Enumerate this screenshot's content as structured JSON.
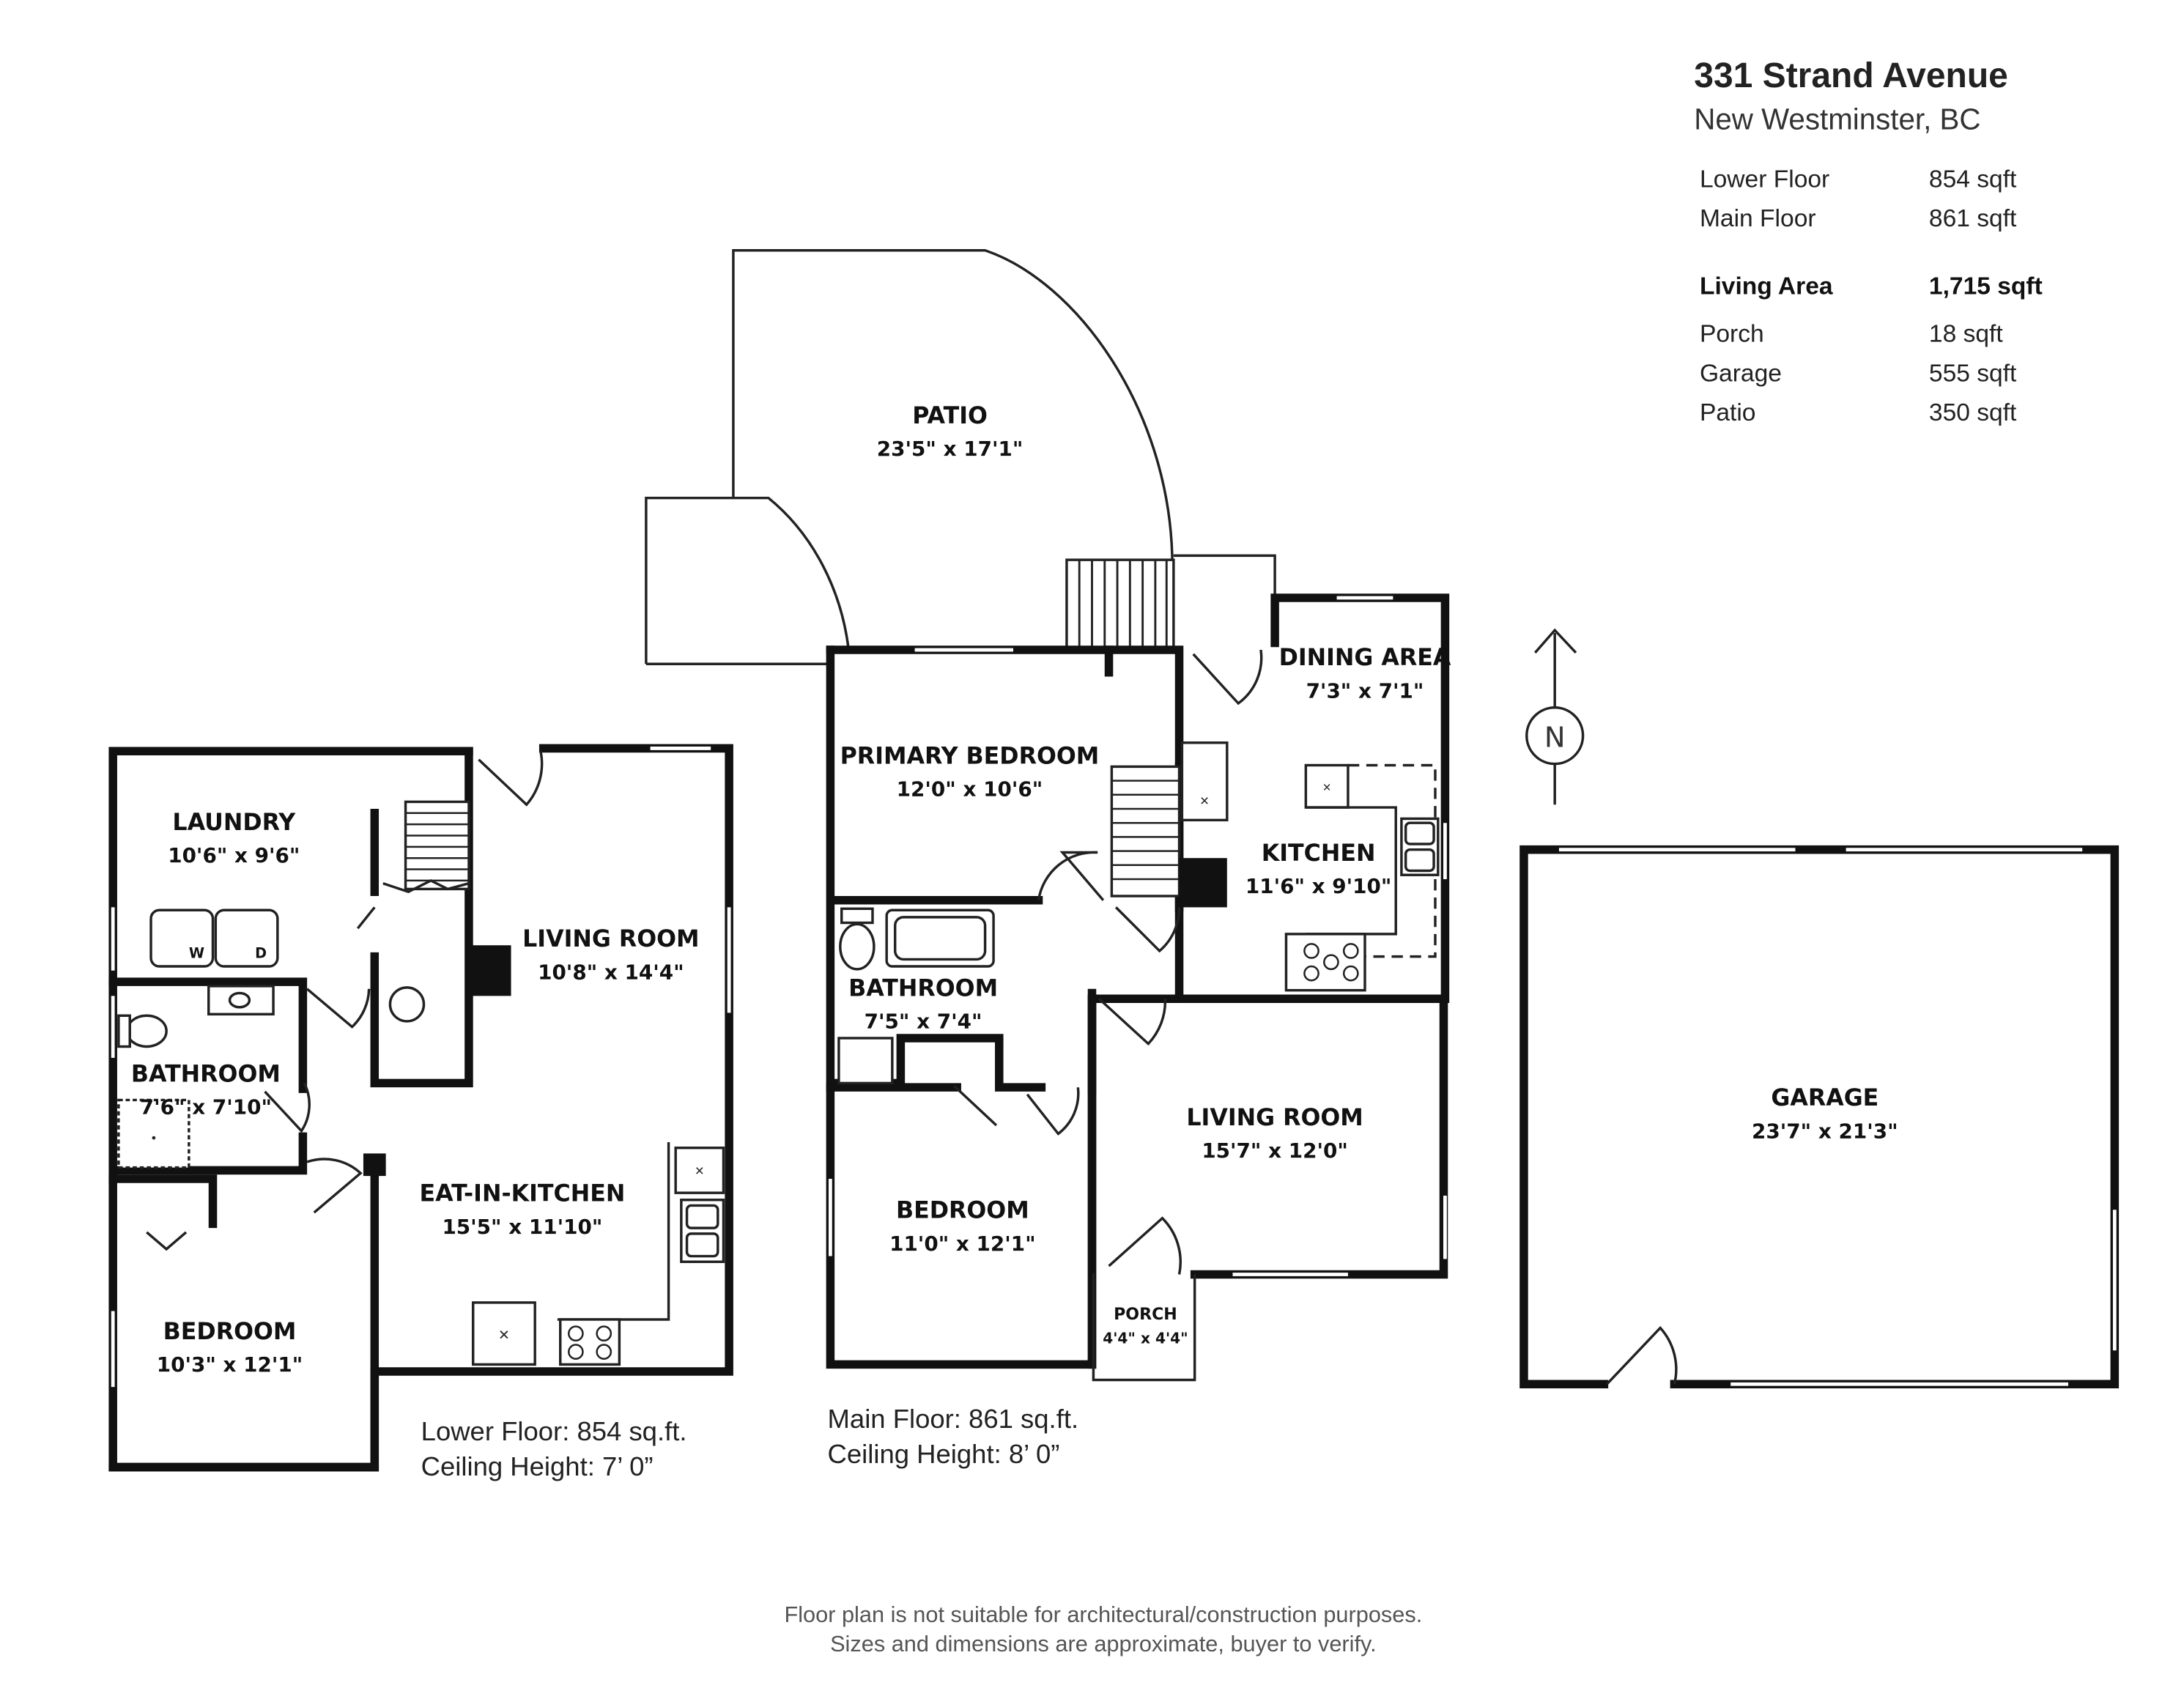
{
  "header": {
    "address": "331 Strand Avenue",
    "city": "New Westminster, BC"
  },
  "area_table": {
    "rows": [
      {
        "label": "Lower Floor",
        "value": "854 sqft",
        "bold": false
      },
      {
        "label": "Main Floor",
        "value": "861 sqft",
        "bold": false
      },
      {
        "label": "Living Area",
        "value": "1,715 sqft",
        "bold": true
      },
      {
        "label": "Porch",
        "value": "18 sqft",
        "bold": false
      },
      {
        "label": "Garage",
        "value": "555 sqft",
        "bold": false
      },
      {
        "label": "Patio",
        "value": "350 sqft",
        "bold": false
      }
    ]
  },
  "compass": {
    "label": "N"
  },
  "rooms": {
    "patio": {
      "name": "PATIO",
      "dim": "23'5\" x 17'1\""
    },
    "laundry": {
      "name": "LAUNDRY",
      "dim": "10'6\" x 9'6\""
    },
    "lower_living": {
      "name": "LIVING ROOM",
      "dim": "10'8\" x 14'4\""
    },
    "lower_bath": {
      "name": "BATHROOM",
      "dim": "7'6\" x 7'10\""
    },
    "eat_in_kitchen": {
      "name": "EAT-IN-KITCHEN",
      "dim": "15'5\" x 11'10\""
    },
    "lower_bedroom": {
      "name": "BEDROOM",
      "dim": "10'3\" x 12'1\""
    },
    "primary_bedroom": {
      "name": "PRIMARY BEDROOM",
      "dim": "12'0\" x 10'6\""
    },
    "dining": {
      "name": "DINING AREA",
      "dim": "7'3\" x 7'1\""
    },
    "kitchen": {
      "name": "KITCHEN",
      "dim": "11'6\" x 9'10\""
    },
    "main_bath": {
      "name": "BATHROOM",
      "dim": "7'5\" x 7'4\""
    },
    "main_bedroom": {
      "name": "BEDROOM",
      "dim": "11'0\" x 12'1\""
    },
    "main_living": {
      "name": "LIVING ROOM",
      "dim": "15'7\" x 12'0\""
    },
    "porch": {
      "name": "PORCH",
      "dim": "4'4\" x 4'4\""
    },
    "garage": {
      "name": "GARAGE",
      "dim": "23'7\" x 21'3\""
    }
  },
  "appliance_labels": {
    "washer": "W",
    "dryer": "D"
  },
  "floor_notes": {
    "lower": {
      "area": "Lower Floor: 854 sq.ft.",
      "ceiling": "Ceiling Height: 7’ 0”"
    },
    "main": {
      "area": "Main Floor: 861 sq.ft.",
      "ceiling": "Ceiling Height: 8’ 0”"
    }
  },
  "disclaimer": {
    "line1": "Floor plan is not suitable for architectural/construction purposes.",
    "line2": "Sizes and dimensions are approximate, buyer to verify."
  }
}
